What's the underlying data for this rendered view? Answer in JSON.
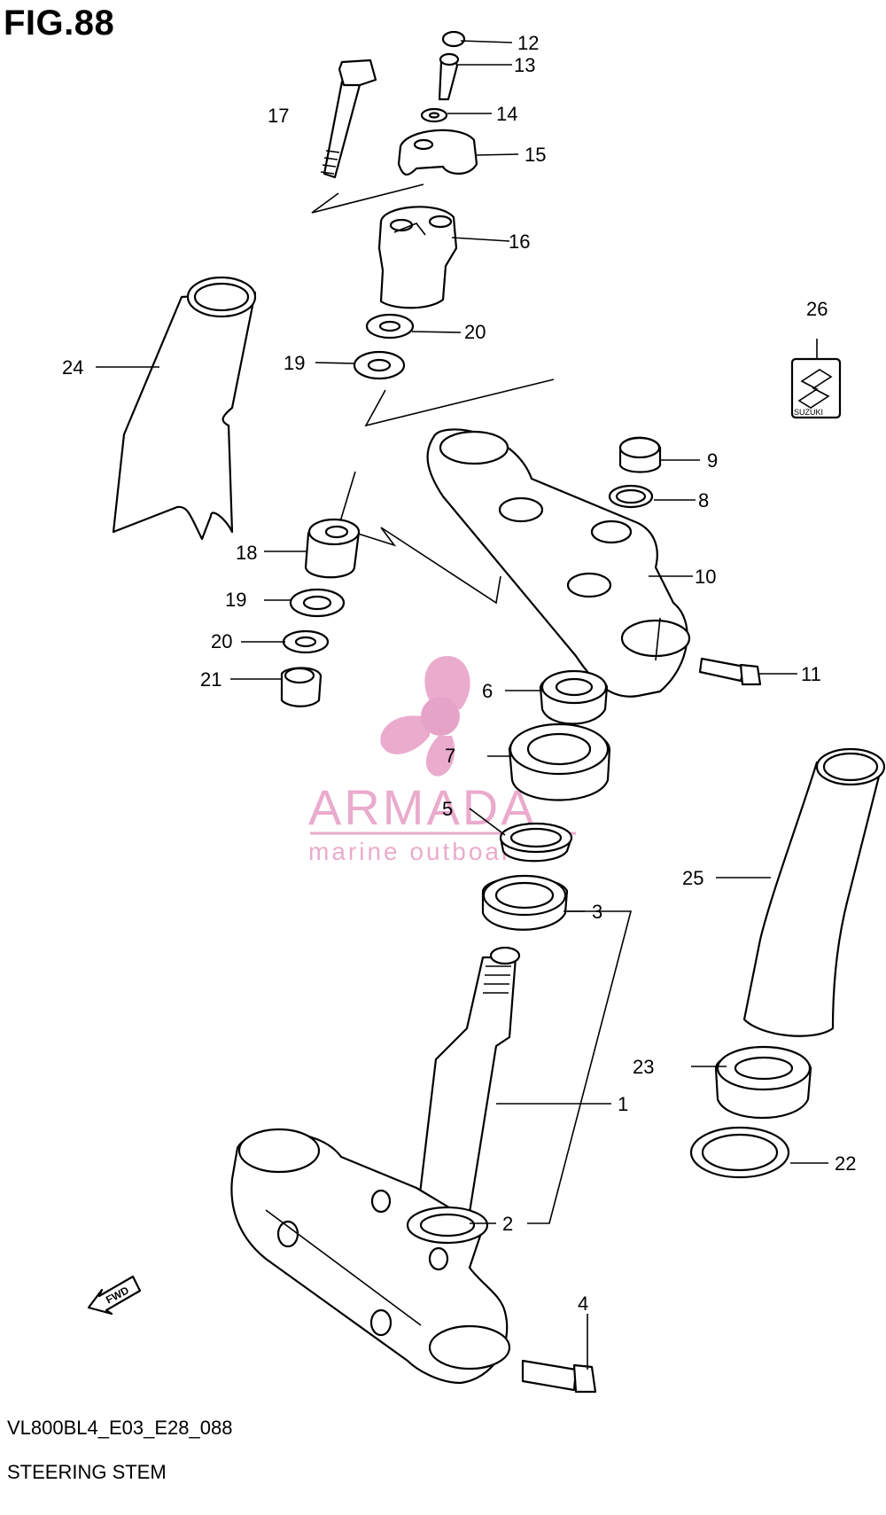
{
  "figure": {
    "title": "FIG.88"
  },
  "diagram": {
    "code": "VL800BL4_E03_E28_088",
    "caption": "STEERING STEM"
  },
  "part_labels": [
    "1",
    "2",
    "3",
    "4",
    "5",
    "6",
    "7",
    "8",
    "9",
    "10",
    "11",
    "12",
    "13",
    "14",
    "15",
    "16",
    "17",
    "18",
    "19",
    "19",
    "20",
    "20",
    "21",
    "22",
    "23",
    "24",
    "25",
    "26"
  ],
  "emblem": {
    "text": "SUZUKI"
  },
  "direction_arrow": {
    "text": "FWD"
  },
  "watermark": {
    "brand": "ARMADA",
    "tagline": "marine outboards",
    "color": "#e8a3c8"
  }
}
